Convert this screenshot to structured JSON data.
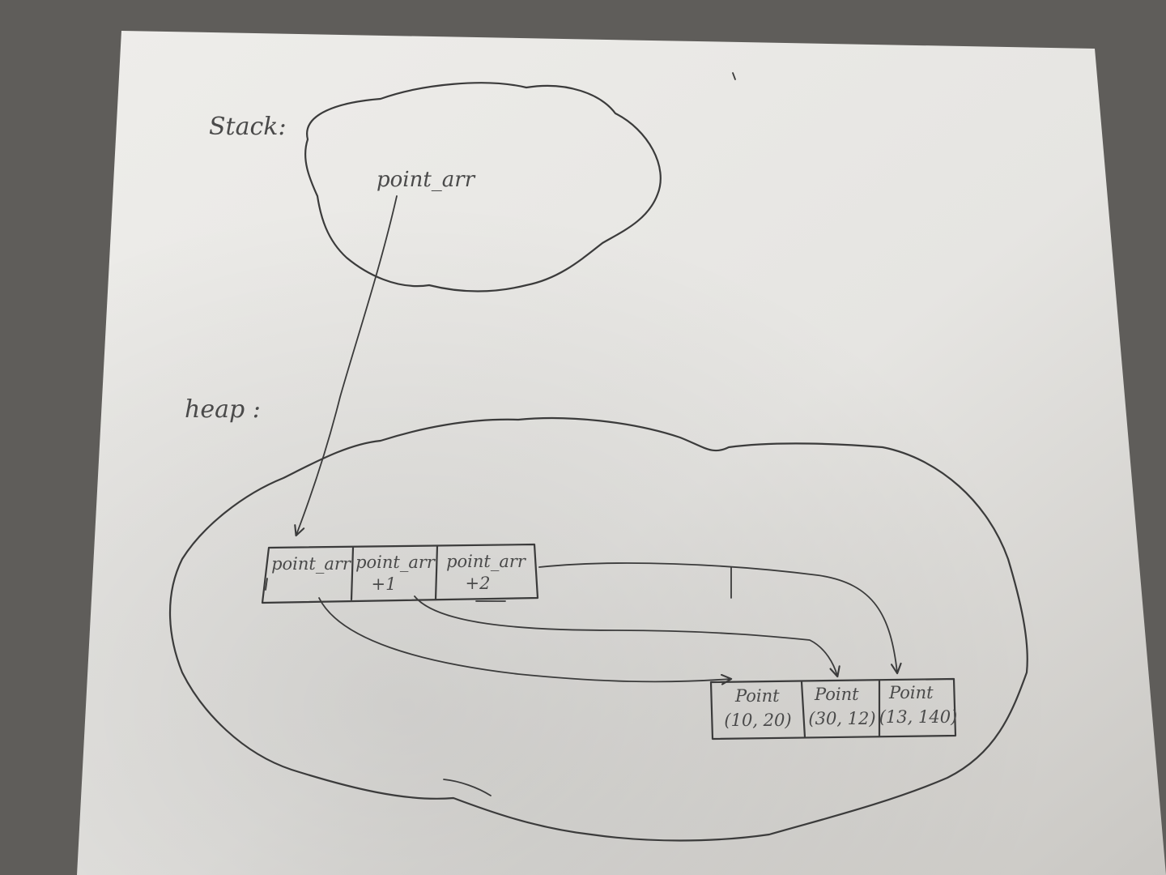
{
  "stack": {
    "label": "Stack:",
    "variable": "point_arr"
  },
  "heap": {
    "label": "heap :",
    "pointer_array": [
      {
        "line1": "point_arr",
        "line2": ""
      },
      {
        "line1": "point_arr",
        "line2": "+1"
      },
      {
        "line1": "point_arr",
        "line2": "+2"
      }
    ],
    "points": [
      {
        "line1": "Point",
        "line2": "(10, 20)"
      },
      {
        "line1": "Point",
        "line2": "(30, 12)"
      },
      {
        "line1": "Point",
        "line2": "(13, 140)"
      }
    ]
  },
  "colors": {
    "background": "#5f5d5a",
    "paper": "#e9e8e5",
    "ink": "#3b3b3b"
  }
}
